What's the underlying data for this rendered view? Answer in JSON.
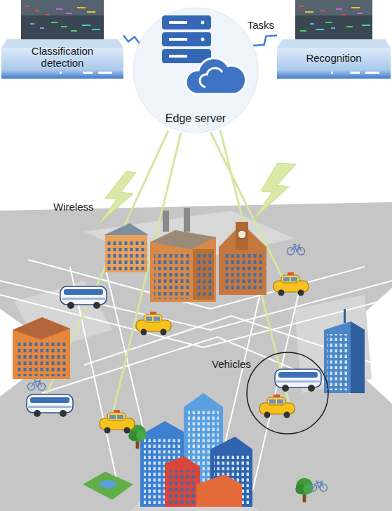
{
  "diagram": {
    "nodes": [
      {
        "text": [
          "Classification detection"
        ]
      },
      {
        "text": [
          "Edge server"
        ]
      },
      {
        "text": [
          "Recognition"
        ]
      }
    ],
    "edges": [
      {
        "from": 0,
        "to": 1,
        "arrow": "none"
      },
      {
        "from": 2,
        "to": 1,
        "arrow": "none",
        "label": "Tasks"
      }
    ],
    "labels": [
      "Wireless",
      "Vehicles"
    ]
  }
}
